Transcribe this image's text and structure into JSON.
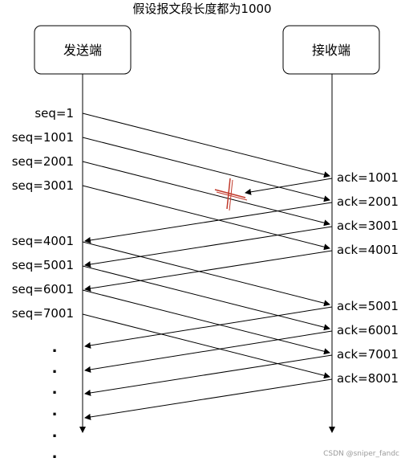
{
  "title": "假设报文段长度都为1000",
  "sender": {
    "label": "发送端"
  },
  "receiver": {
    "label": "接收端"
  },
  "left_labels": [
    "seq=1",
    "seq=1001",
    "seq=2001",
    "seq=3001",
    "seq=4001",
    "seq=5001",
    "seq=6001",
    "seq=7001"
  ],
  "right_labels": [
    "ack=1001",
    "ack=2001",
    "ack=3001",
    "ack=4001",
    "ack=5001",
    "ack=6001",
    "ack=7001",
    "ack=8001"
  ],
  "continuation_dots": [
    ".",
    ".",
    ".",
    ".",
    ".",
    "."
  ],
  "lost_marker_color": "#c0392b",
  "watermark": "CSDN @sniper_fandc"
}
